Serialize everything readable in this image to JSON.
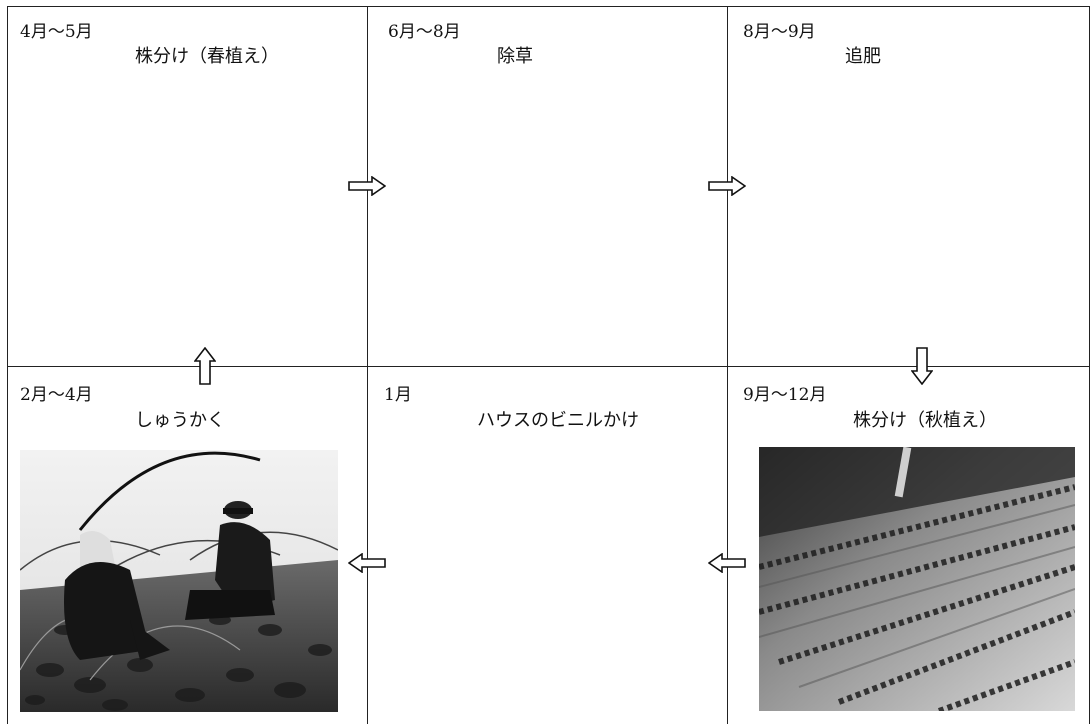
{
  "cells": {
    "spring_division": {
      "period": "4月～5月",
      "task": "株分け（春植え）"
    },
    "weeding": {
      "period": "6月～8月",
      "task": "除草"
    },
    "fertilizer": {
      "period": "8月～9月",
      "task": "追肥"
    },
    "harvest": {
      "period": "2月～4月",
      "task": "しゅうかく"
    },
    "vinyl": {
      "period": "1月",
      "task": "ハウスのビニルかけ"
    },
    "autumn_division": {
      "period": "9月～12月",
      "task": "株分け（秋植え）"
    }
  },
  "arrows": [
    {
      "from": "spring_division",
      "to": "weeding",
      "direction": "right"
    },
    {
      "from": "weeding",
      "to": "fertilizer",
      "direction": "right"
    },
    {
      "from": "fertilizer",
      "to": "autumn_division",
      "direction": "down"
    },
    {
      "from": "autumn_division",
      "to": "vinyl",
      "direction": "left"
    },
    {
      "from": "vinyl",
      "to": "harvest",
      "direction": "left"
    },
    {
      "from": "harvest",
      "to": "spring_division",
      "direction": "up"
    }
  ],
  "colors": {
    "line": "#222222",
    "background": "#ffffff"
  }
}
